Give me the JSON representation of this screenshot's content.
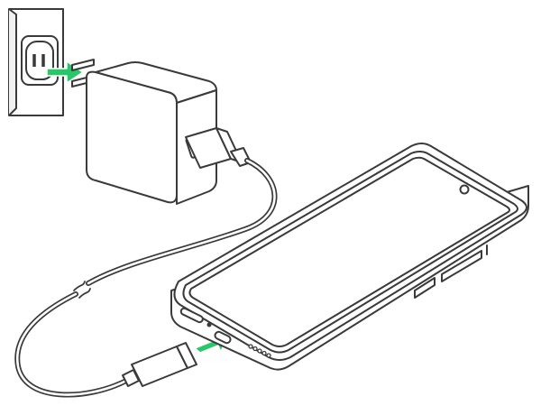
{
  "figure": {
    "kind": "instruction-illustration",
    "topic": "charging-smartphone-with-ac-adapter",
    "components": [
      {
        "id": "wall-outlet",
        "name": "wall-outlet-icon"
      },
      {
        "id": "ac-adapter",
        "name": "ac-adapter-icon"
      },
      {
        "id": "usb-c-cable",
        "name": "usb-c-cable-icon"
      },
      {
        "id": "smartphone",
        "name": "smartphone-icon"
      }
    ],
    "steps": [
      {
        "id": "plug-into-outlet",
        "arrow_color": "#27c76a",
        "direction": "toward-outlet"
      },
      {
        "id": "plug-into-phone",
        "arrow_color": "#27c76a",
        "direction": "toward-phone-port"
      }
    ],
    "colors": {
      "line": "#3a3a3a",
      "fill": "#ffffff",
      "accent_green": "#27c76a"
    }
  }
}
